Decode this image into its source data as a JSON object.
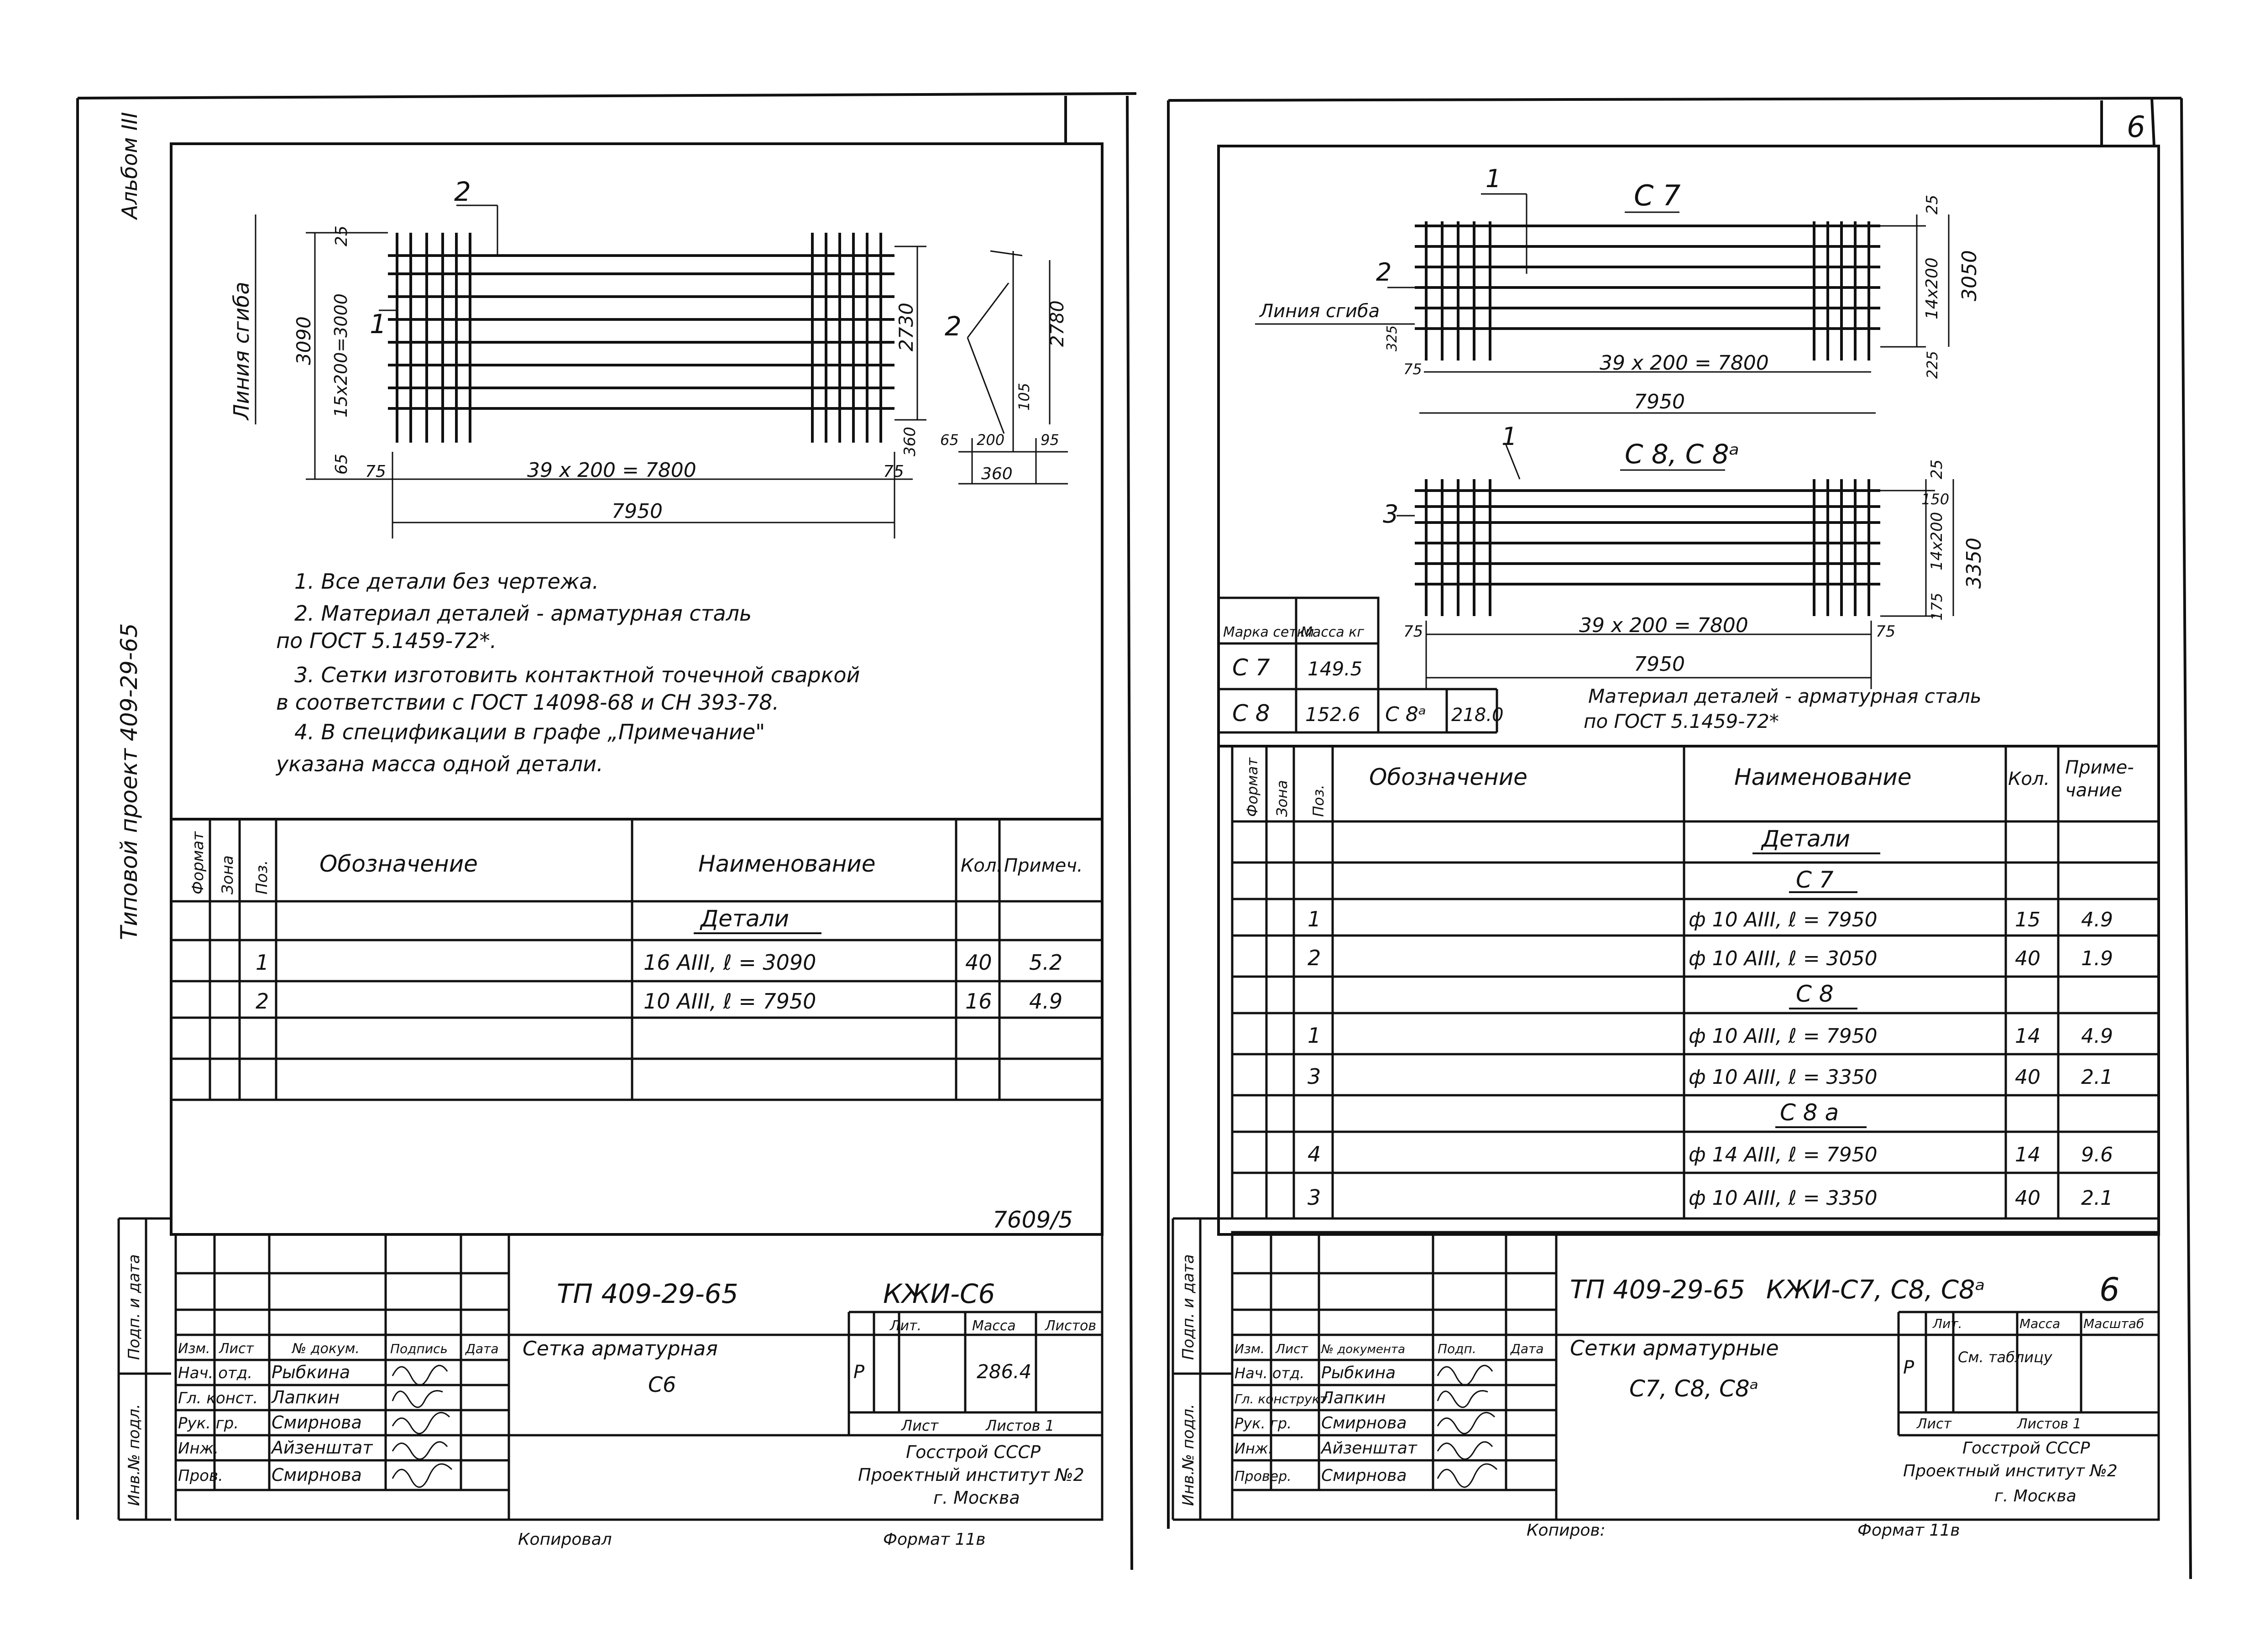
{
  "left": {
    "album": "Альбом III",
    "project": "Типовой проект 409-29-65",
    "drawing": {
      "pos2": "2",
      "pos1": "1",
      "pos2b": "2",
      "bend_line": "Линия сгиба",
      "d_25": "25",
      "d_3090": "3090",
      "d_15x200": "15x200=3000",
      "d_65": "65",
      "d_2730": "2730",
      "d_360": "360",
      "d_75a": "75",
      "d_75b": "75",
      "d_39x200": "39 x 200 = 7800",
      "d_7950": "7950",
      "s_2780": "2780",
      "s_105": "105",
      "s_65": "65",
      "s_200": "200",
      "s_95": "95",
      "s_360": "360"
    },
    "notes": [
      "1. Все детали без чертежа.",
      "2. Материал деталей - арматурная сталь",
      "по ГОСТ 5.1459-72*.",
      "3. Сетки изготовить контактной точечной сваркой",
      "в соответствии с ГОСТ 14098-68 и СН 393-78.",
      "4. В спецификации в графе „Примечание\"",
      "указана масса одной детали."
    ],
    "spec": {
      "headers": [
        "Формат",
        "Зона",
        "Поз.",
        "Обозначение",
        "Наименование",
        "Кол.",
        "Примеч."
      ],
      "section": "Детали",
      "rows": [
        {
          "pos": "1",
          "name": "16 AIII,   ℓ = 3090",
          "qty": "40",
          "note": "5.2"
        },
        {
          "pos": "2",
          "name": "10 AIII,   ℓ = 7950",
          "qty": "16",
          "note": "4.9"
        }
      ]
    },
    "sheet_number": "7609/5",
    "side_labels": [
      "Подп. и дата",
      "Инв.№ подл."
    ],
    "title_block": {
      "code": "ТП 409-29-65",
      "mark": "КЖИ-С6",
      "title_line1": "Сетка арматурная",
      "title_line2": "С6",
      "col_heads": [
        "Изм.",
        "Лист",
        "№ докум.",
        "Подпись",
        "Дата"
      ],
      "roles": [
        "Нач. отд.",
        "Гл. конст.",
        "Рук. гр.",
        "Инж.",
        "Пров."
      ],
      "names": [
        "Рыбкина",
        "Лапкин",
        "Смирнова",
        "Айзенштат",
        "Смирнова"
      ],
      "lit_head": "Лит.",
      "mass_head": "Масса",
      "scale_head": "Листов",
      "lit": "Р",
      "mass": "286.4",
      "sheet_label": "Лист",
      "sheets_label": "Листов 1",
      "org1": "Госстрой СССР",
      "org2": "Проектный институт №2",
      "org3": "г. Москва"
    },
    "footer_copy": "Копировал",
    "footer_format": "Формат 11в"
  },
  "right": {
    "page_no": "6",
    "c7": {
      "title": "С 7",
      "pos1": "1",
      "pos2": "2",
      "bend_line": "Линия сгиба",
      "d_25": "25",
      "d_14x200": "14x200",
      "d_3050": "3050",
      "d_325": "325",
      "d_75": "75",
      "d_225": "225",
      "d_39x200": "39 x 200 = 7800",
      "d_7950": "7950"
    },
    "c8": {
      "title": "С 8, С 8ᵃ",
      "pos1": "1",
      "pos3": "3",
      "d_25": "25",
      "d_150": "150",
      "d_14x200": "14x200",
      "d_3350": "3350",
      "d_175": "175",
      "d_75a": "75",
      "d_75b": "75",
      "d_39x200": "39 x 200 = 7800",
      "d_7950": "7950"
    },
    "mass_table": {
      "head1": "Марка сетки",
      "head2": "Масса кг",
      "r1_mark": "С 7",
      "r1_mass": "149.5",
      "r2_mark": "С 8",
      "r2_mass": "152.6",
      "r2_mark2": "С 8ᵃ",
      "r2_mass2": "218.0"
    },
    "material_note_1": "Материал деталей - арматурная сталь",
    "material_note_2": "по ГОСТ 5.1459-72*",
    "spec": {
      "headers": [
        "Формат",
        "Зона",
        "Поз.",
        "Обозначение",
        "Наименование",
        "Кол.",
        "Приме-",
        "чание"
      ],
      "section": "Детали",
      "g1": "С 7",
      "g2": "С 8",
      "g3": "С 8 а",
      "rows": [
        {
          "pos": "1",
          "name": "ф 10 AIII,   ℓ = 7950",
          "qty": "15",
          "note": "4.9"
        },
        {
          "pos": "2",
          "name": "ф 10 AIII,   ℓ = 3050",
          "qty": "40",
          "note": "1.9"
        },
        {
          "pos": "1",
          "name": "ф 10 AIII,   ℓ = 7950",
          "qty": "14",
          "note": "4.9"
        },
        {
          "pos": "3",
          "name": "ф 10 AIII,   ℓ = 3350",
          "qty": "40",
          "note": "2.1"
        },
        {
          "pos": "4",
          "name": "ф 14 AIII,  ℓ = 7950",
          "qty": "14",
          "note": "9.6"
        },
        {
          "pos": "3",
          "name": "ф 10 AIII,  ℓ = 3350",
          "qty": "40",
          "note": "2.1"
        }
      ]
    },
    "side_labels": [
      "Подп. и дата",
      "Инв.№ подл."
    ],
    "title_block": {
      "code": "ТП 409-29-65",
      "mark": "КЖИ-С7, С8, С8ᵃ",
      "sheet": "6",
      "title_line1": "Сетки арматурные",
      "title_line2": "С7,  С8, С8ᵃ",
      "col_heads": [
        "Изм.",
        "Лист",
        "№ документа",
        "Подп.",
        "Дата"
      ],
      "roles": [
        "Нач. отд.",
        "Гл. конструкт.",
        "Рук. гр.",
        "Инж.",
        "Провер."
      ],
      "names": [
        "Рыбкина",
        "Лапкин",
        "Смирнова",
        "Айзенштат",
        "Смирнова"
      ],
      "lit_head": "Лит.",
      "mass_head": "Масса",
      "scale_head": "Масштаб",
      "lit": "Р",
      "mass": "См. таблицу",
      "sheet_label": "Лист",
      "sheets_label": "Листов 1",
      "org1": "Госстрой СССР",
      "org2": "Проектный институт №2",
      "org3": "г. Москва"
    },
    "footer_copy": "Копиров:",
    "footer_format": "Формат 11в"
  }
}
